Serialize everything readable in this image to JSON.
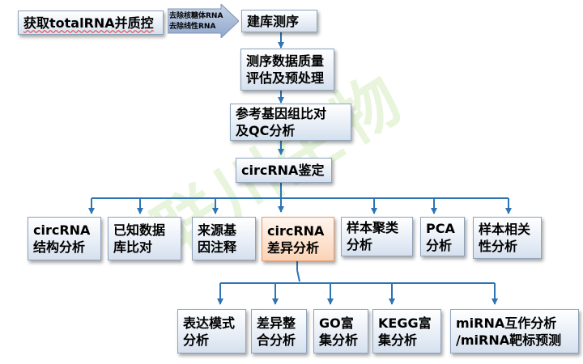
{
  "watermark": "联川生物",
  "top": {
    "start": "获取totalRNA并质控",
    "arrow_line1": "去除核糖体RNA",
    "arrow_line2": "去除线性RNA",
    "library": "建库测序"
  },
  "flow": {
    "qc": "测序数据质量\n评估及预处理",
    "align": "参考基因组比对\n及QC分析",
    "ident": "circRNA鉴定"
  },
  "analyses": {
    "structure": "circRNA\n结构分析",
    "known": "已知数据\n库比对",
    "source": "来源基\n因注释",
    "diff": "circRNA\n差异分析",
    "cluster": "样本聚类\n分析",
    "pca": "PCA\n分析",
    "corr": "样本相关\n性分析"
  },
  "diff_analyses": {
    "expr": "表达模式\n分析",
    "diffint": "差异整\n合分析",
    "go": "GO富\n集分析",
    "kegg": "KEGG富\n集分析",
    "mirna": "miRNA互作分析\n/miRNA靶标预测"
  },
  "colors": {
    "line": "#2e74b5",
    "box_border": "#8ea3bd",
    "highlight": "#fbd3b6"
  }
}
